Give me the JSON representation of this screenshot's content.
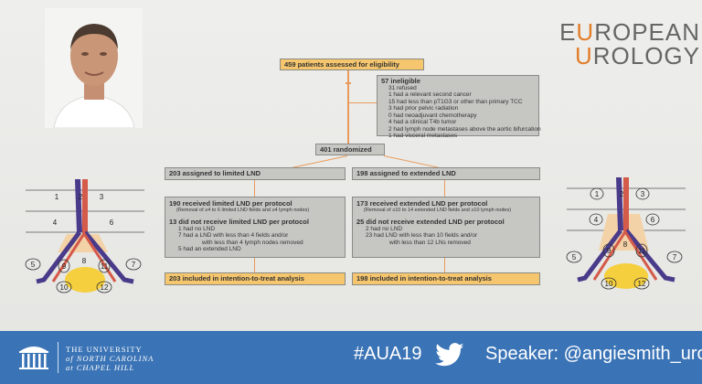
{
  "logo": {
    "line1_pre": "E",
    "line1_accent": "U",
    "line1_post": "ROPEAN",
    "line2_pre": "",
    "line2_accent": "U",
    "line2_post": "ROLOGY"
  },
  "flow": {
    "assessed": "459 patients assessed for eligibility",
    "ineligible_title": "57 ineligible",
    "ineligible_lines": [
      "31 refused",
      "1 had a relevant second cancer",
      "15 had less than pT1G3 or other than primary TCC",
      "3 had prior pelvic radiation",
      "0 had neoadjuvant chemotherapy",
      "4 had a clinical T4b tumor",
      "2 had lymph node metastases above the aortic bifurcation",
      "1 had visceral metastases"
    ],
    "randomized": "401 randomized",
    "limited_assigned": "203 assigned to limited LND",
    "extended_assigned": "198 assigned to extended LND",
    "limited_received": "190 received limited LND per protocol",
    "limited_received_note": "(Removal of ≥4 to 6 limited LND fields and ≥4 lymph nodes)",
    "limited_not_received": "13 did not receive limited LND per protocol",
    "limited_not_lines": [
      "1 had no LND",
      "7 had a LND with less than 4 fields and/or",
      "with less than 4 lymph nodes removed",
      "5 had an extended LND"
    ],
    "extended_received": "173 received extended LND per protocol",
    "extended_received_note": "(Removal of ≥10 to 14 extended LND fields and ≥10 lymph nodes)",
    "extended_not_received": "25 did not receive extended LND per protocol",
    "extended_not_lines": [
      "2 had no LND",
      "23 had LND with less than 10 fields and/or",
      "with less than 12 LNs removed"
    ],
    "limited_itt": "203 included in intention-to-treat analysis",
    "extended_itt": "198 included in intention-to-treat analysis"
  },
  "diagram_left": {
    "labels": [
      "1",
      "2",
      "3",
      "4",
      "6",
      "5",
      "9",
      "8",
      "11",
      "7",
      "10",
      "12"
    ]
  },
  "diagram_right": {
    "labels": [
      "1",
      "2",
      "3",
      "4",
      "6",
      "5",
      "9",
      "8",
      "11",
      "7",
      "10",
      "12"
    ]
  },
  "footer": {
    "unc_line1": "THE UNIVERSITY",
    "unc_line2": "of NORTH CAROLINA",
    "unc_line3": "at CHAPEL HILL",
    "hashtag": "#AUA19",
    "speaker": "Speaker: @angiesmith_uro"
  },
  "colors": {
    "footer_bg": "#3b74b6",
    "box_yellow": "#f5c66e",
    "box_gray": "#c6c6c3",
    "arrow": "#e89b5c",
    "logo_accent": "#e27d2a",
    "vessel_red": "#d45a4a",
    "vessel_blue": "#4a3b8a"
  }
}
